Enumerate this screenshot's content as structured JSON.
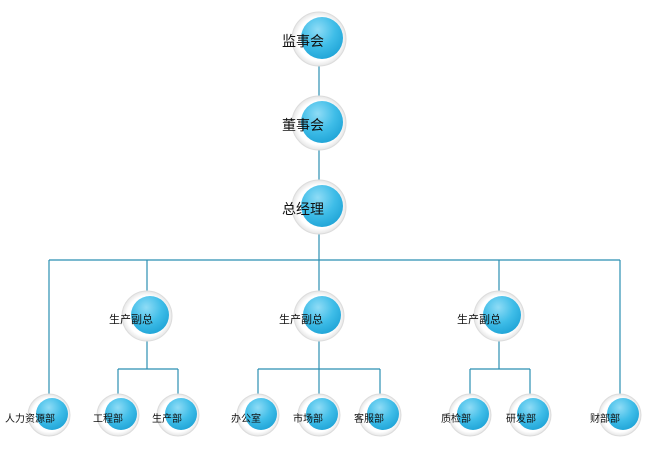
{
  "colors": {
    "line": "#2b8fb2",
    "node_outer": "#f3f3f3",
    "node_ring": "#d9d9d9",
    "node_fill_light": "#74d3f3",
    "node_fill_dark": "#2ab0e0",
    "text": "#111111"
  },
  "nodes": [
    {
      "id": "supervisory-board",
      "label": "监事会"
    },
    {
      "id": "board-of-directors",
      "label": "董事会"
    },
    {
      "id": "general-manager",
      "label": "总经理"
    },
    {
      "id": "deputy-gm-left",
      "label": "生产副总"
    },
    {
      "id": "deputy-gm-center",
      "label": "生产副总"
    },
    {
      "id": "deputy-gm-right",
      "label": "生产副总"
    },
    {
      "id": "hr-dept",
      "label": "人力资源部"
    },
    {
      "id": "engineering-dept",
      "label": "工程部"
    },
    {
      "id": "production-dept",
      "label": "生产部"
    },
    {
      "id": "office",
      "label": "办公室"
    },
    {
      "id": "marketing-dept",
      "label": "市场部"
    },
    {
      "id": "customer-service-dept",
      "label": "客服部"
    },
    {
      "id": "qc-dept",
      "label": "质检部"
    },
    {
      "id": "rd-dept",
      "label": "研发部"
    },
    {
      "id": "finance-dept",
      "label": "财部部"
    }
  ]
}
